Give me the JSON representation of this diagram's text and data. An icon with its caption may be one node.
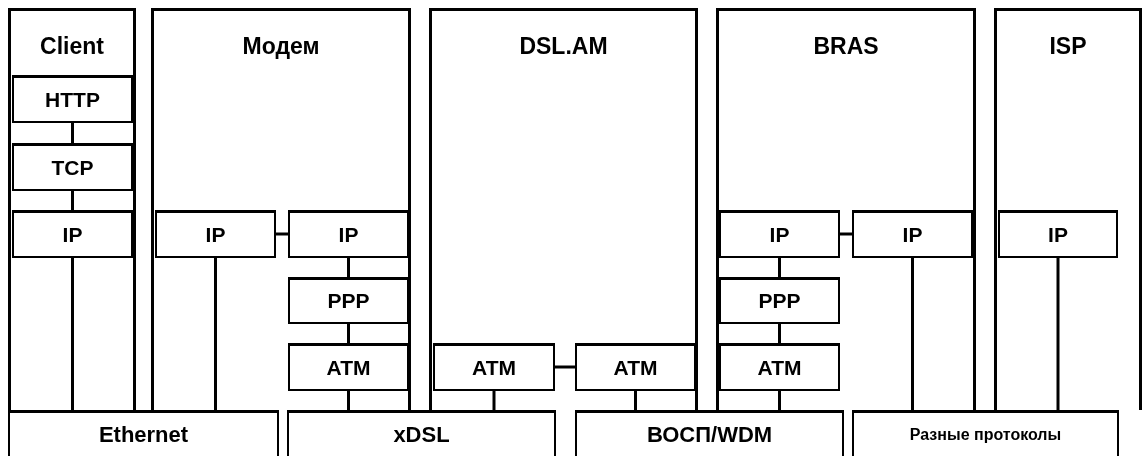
{
  "diagram": {
    "nodes": [
      {
        "text": [
          "Client"
        ]
      },
      {
        "text": [
          "Модем"
        ]
      },
      {
        "text": [
          "DSL.AM"
        ]
      },
      {
        "text": [
          "BRAS"
        ]
      },
      {
        "text": [
          "ISP"
        ]
      },
      {
        "text": [
          "HTTP"
        ],
        "in": 0
      },
      {
        "text": [
          "TCP"
        ],
        "in": 0
      },
      {
        "text": [
          "IP"
        ],
        "in": 0
      },
      {
        "text": [
          "IP"
        ],
        "in": 1
      },
      {
        "text": [
          "IP"
        ],
        "in": 1
      },
      {
        "text": [
          "PPP"
        ],
        "in": 1
      },
      {
        "text": [
          "ATM"
        ],
        "in": 1
      },
      {
        "text": [
          "ATM"
        ],
        "in": 2
      },
      {
        "text": [
          "ATM"
        ],
        "in": 2
      },
      {
        "text": [
          "IP"
        ],
        "in": 3
      },
      {
        "text": [
          "IP"
        ],
        "in": 3
      },
      {
        "text": [
          "PPP"
        ],
        "in": 3
      },
      {
        "text": [
          "ATM"
        ],
        "in": 3
      },
      {
        "text": [
          "IP"
        ],
        "in": 4
      },
      {
        "text": [
          "Ethernet"
        ]
      },
      {
        "text": [
          "xDSL"
        ]
      },
      {
        "text": [
          "ВОСП/WDM"
        ]
      },
      {
        "text": [
          "Разные протоколы"
        ]
      }
    ],
    "edges": [
      {
        "from": 5,
        "to": 6,
        "arrow": "none"
      },
      {
        "from": 6,
        "to": 7,
        "arrow": "none"
      },
      {
        "from": 7,
        "to": 19,
        "arrow": "none"
      },
      {
        "from": 8,
        "to": 19,
        "arrow": "none"
      },
      {
        "from": 8,
        "to": 9,
        "arrow": "none"
      },
      {
        "from": 9,
        "to": 10,
        "arrow": "none"
      },
      {
        "from": 10,
        "to": 11,
        "arrow": "none"
      },
      {
        "from": 11,
        "to": 20,
        "arrow": "none"
      },
      {
        "from": 12,
        "to": 20,
        "arrow": "none"
      },
      {
        "from": 12,
        "to": 13,
        "arrow": "none"
      },
      {
        "from": 13,
        "to": 21,
        "arrow": "none"
      },
      {
        "from": 14,
        "to": 15,
        "arrow": "none"
      },
      {
        "from": 14,
        "to": 16,
        "arrow": "none"
      },
      {
        "from": 16,
        "to": 17,
        "arrow": "none"
      },
      {
        "from": 17,
        "to": 21,
        "arrow": "none"
      },
      {
        "from": 15,
        "to": 22,
        "arrow": "none"
      },
      {
        "from": 18,
        "to": 22,
        "arrow": "none"
      }
    ]
  }
}
